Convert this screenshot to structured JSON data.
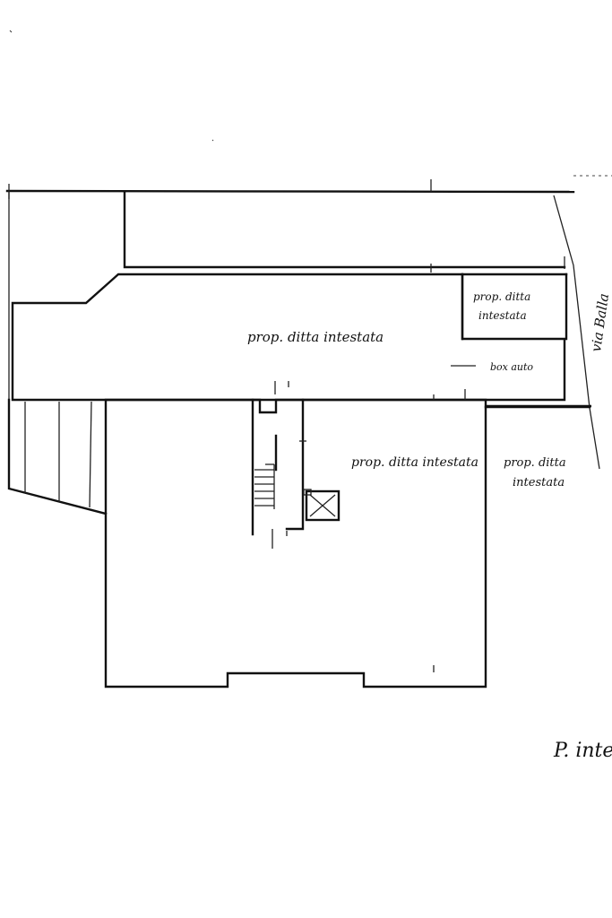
{
  "labels": {
    "room_main": "prop. ditta intestata",
    "room_top_right_line1": "prop. ditta",
    "room_top_right_line2": "intestata",
    "box_auto": "box auto",
    "street": "via Balla",
    "room_center": "prop. ditta intestata",
    "room_right_line1": "prop. ditta",
    "room_right_line2": "intestata",
    "sheet_caption": "P. inter"
  }
}
